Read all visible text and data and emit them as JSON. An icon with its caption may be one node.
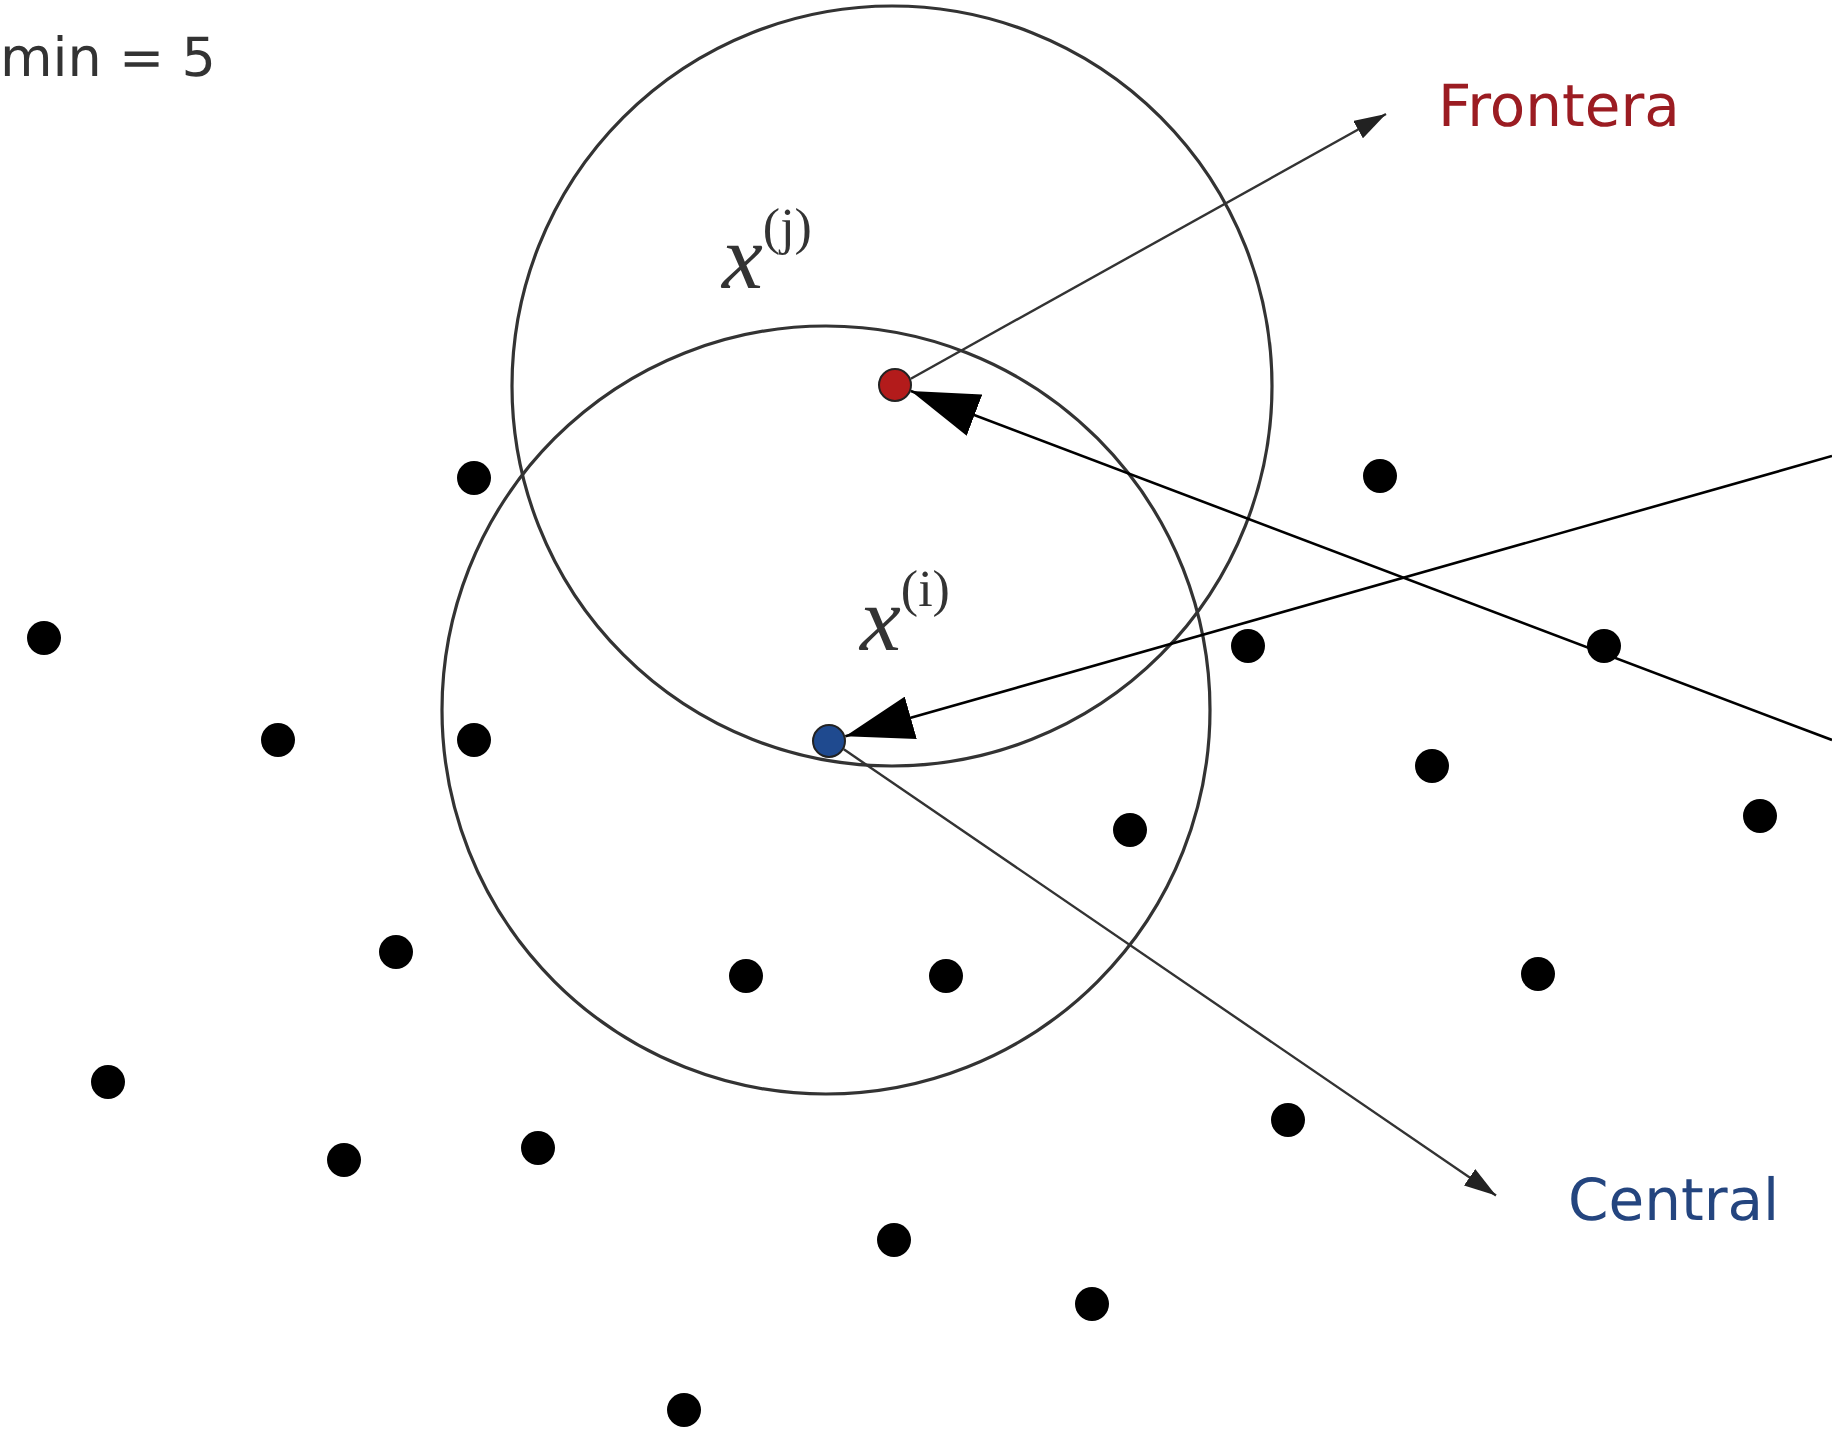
{
  "diagram": {
    "nodes": [
      {
        "text": [],
        "shape": "circle",
        "beside": [
          "*x*$^{(j)}$"
        ]
      },
      {
        "text": [],
        "shape": "circle",
        "beside": [
          "*x*$^{(i)}$"
        ]
      },
      {
        "text": [
          "Frontera"
        ]
      },
      {
        "text": [
          "Central"
        ]
      }
    ],
    "edges": [
      {
        "from": 0,
        "to": 2,
        "arrow": "to"
      },
      {
        "from": 1,
        "to": 3,
        "arrow": "to"
      },
      {
        "from": null,
        "to": 1,
        "arrow": "to"
      },
      {
        "from": null,
        "to": 0,
        "arrow": "to"
      }
    ],
    "labels": [
      "min = 5"
    ]
  }
}
